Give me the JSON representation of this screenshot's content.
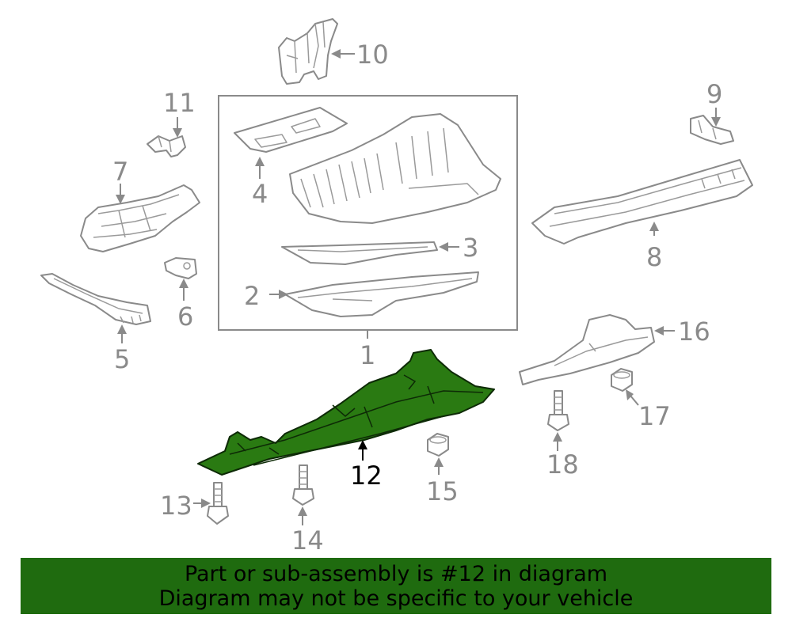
{
  "colors": {
    "part_outline": "#8a8a8a",
    "highlight_part": "#2a7a12",
    "banner_bg": "#1f6b0f",
    "label_gray": "#8a8a8a",
    "label_highlight": "#000000"
  },
  "callouts": {
    "c1": "1",
    "c2": "2",
    "c3": "3",
    "c4": "4",
    "c5": "5",
    "c6": "6",
    "c7": "7",
    "c8": "8",
    "c9": "9",
    "c10": "10",
    "c11": "11",
    "c12": "12",
    "c13": "13",
    "c14": "14",
    "c15": "15",
    "c16": "16",
    "c17": "17",
    "c18": "18"
  },
  "highlighted_part": "12",
  "banner": {
    "line1": "Part or sub-assembly is #12 in diagram",
    "line2": "Diagram may not be specific to your vehicle"
  }
}
